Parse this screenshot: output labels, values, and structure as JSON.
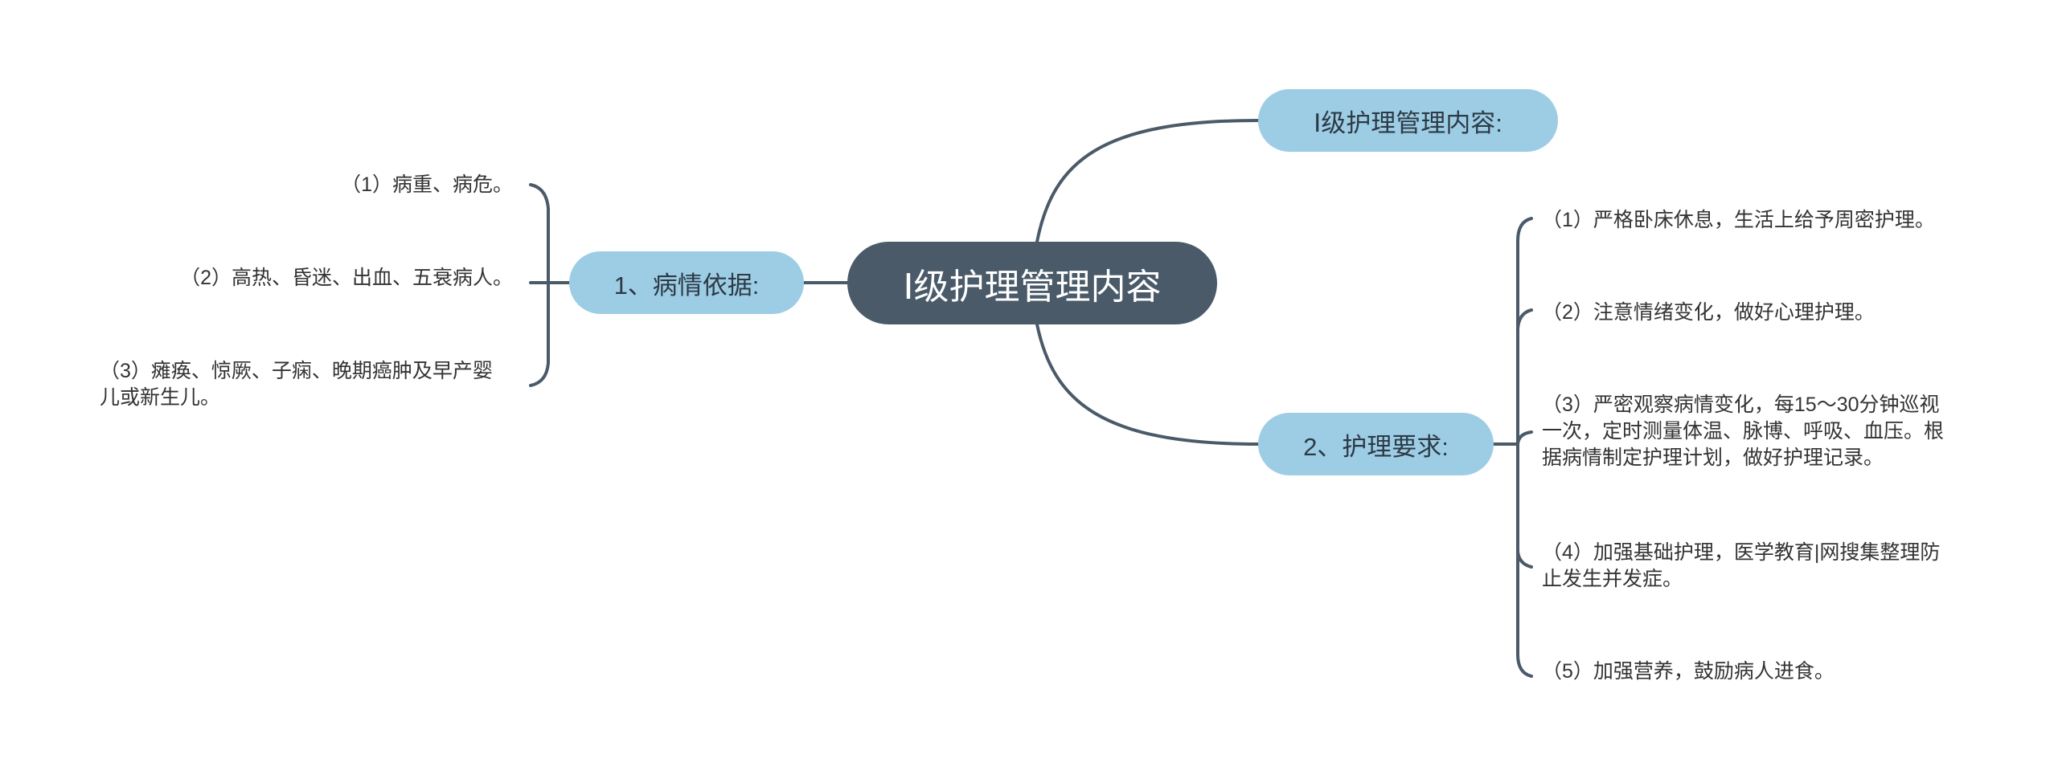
{
  "root": {
    "label": "Ⅰ级护理管理内容"
  },
  "branches": {
    "top_right": {
      "label": "Ⅰ级护理管理内容:"
    },
    "left": {
      "label": "1、病情依据:",
      "items": [
        {
          "lines": [
            "（1）病重、病危。"
          ]
        },
        {
          "lines": [
            "（2）高热、昏迷、出血、五衰病人。"
          ]
        },
        {
          "lines": [
            "（3）瘫痪、惊厥、子痫、晚期癌肿及早产婴",
            "儿或新生儿。"
          ]
        }
      ]
    },
    "right": {
      "label": "2、护理要求:",
      "items": [
        {
          "lines": [
            "（1）严格卧床休息，生活上给予周密护理。"
          ]
        },
        {
          "lines": [
            "（2）注意情绪变化，做好心理护理。"
          ]
        },
        {
          "lines": [
            "（3）严密观察病情变化，每15～30分钟巡视",
            "一次，定时测量体温、脉博、呼吸、血压。根",
            "据病情制定护理计划，做好护理记录。"
          ]
        },
        {
          "lines": [
            "（4）加强基础护理，医学教育|网搜集整理防",
            "止发生并发症。"
          ]
        },
        {
          "lines": [
            "（5）加强营养，鼓励病人进食。"
          ]
        }
      ]
    }
  },
  "colors": {
    "root_fill": "#4a5a69",
    "branch_fill": "#9dcde5",
    "line": "#4a5a69",
    "text": "#333333"
  }
}
